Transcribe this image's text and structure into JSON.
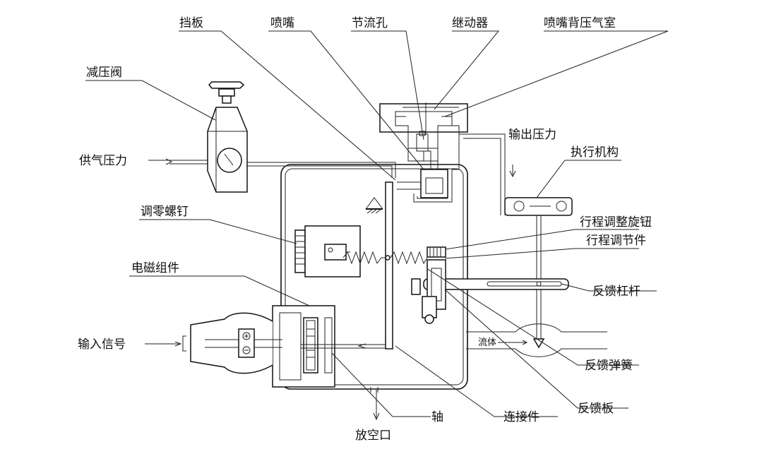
{
  "labels": {
    "baffle": "挡板",
    "nozzle": "喷嘴",
    "orifice": "节流孔",
    "relay": "继动器",
    "nozzle_back_chamber": "喷嘴背压气室",
    "pressure_reducer": "减压阀",
    "supply_pressure": "供气压力",
    "output_pressure": "输出压力",
    "actuator": "执行机构",
    "zero_screw": "调零螺钉",
    "stroke_knob": "行程调整旋钮",
    "stroke_adjuster": "行程调节件",
    "solenoid_assembly": "电磁组件",
    "feedback_lever": "反馈杠杆",
    "input_signal": "输入信号",
    "fluid": "流体",
    "feedback_spring": "反馈弹簧",
    "feedback_plate": "反馈板",
    "shaft": "轴",
    "connector": "连接件",
    "vent": "放空口"
  },
  "colors": {
    "ink": "#111111",
    "background": "#ffffff"
  }
}
